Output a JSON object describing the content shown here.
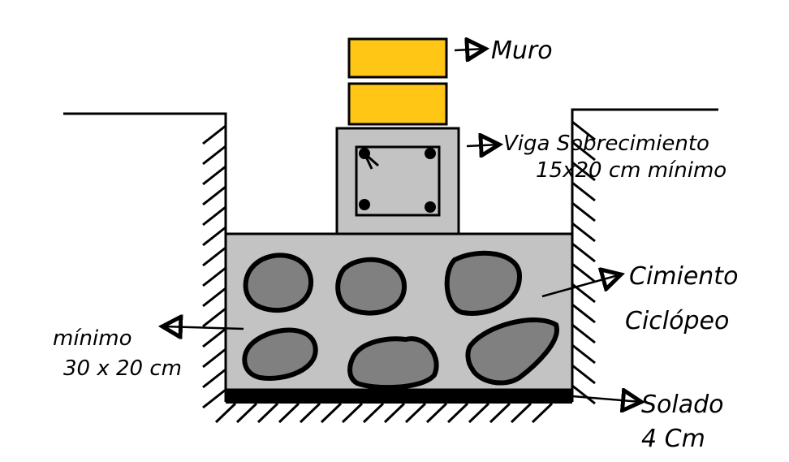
{
  "title": "Cimiento ciclópeo con viga sobrecimiento",
  "colors": {
    "wall": "#ffc616",
    "concrete": "#c3c3c3",
    "stone": "#808080",
    "outline": "#000000"
  },
  "labels": {
    "muro": "Muro",
    "viga_line1": "Viga Sobrecimiento",
    "viga_line2": "15x20 cm mínimo",
    "cimiento_line1": "Cimiento",
    "cimiento_line2": "Ciclópeo",
    "minimo_line1": "mínimo",
    "minimo_line2": "30 x 20 cm",
    "solado_line1": "Solado",
    "solado_line2": "4 Cm"
  }
}
